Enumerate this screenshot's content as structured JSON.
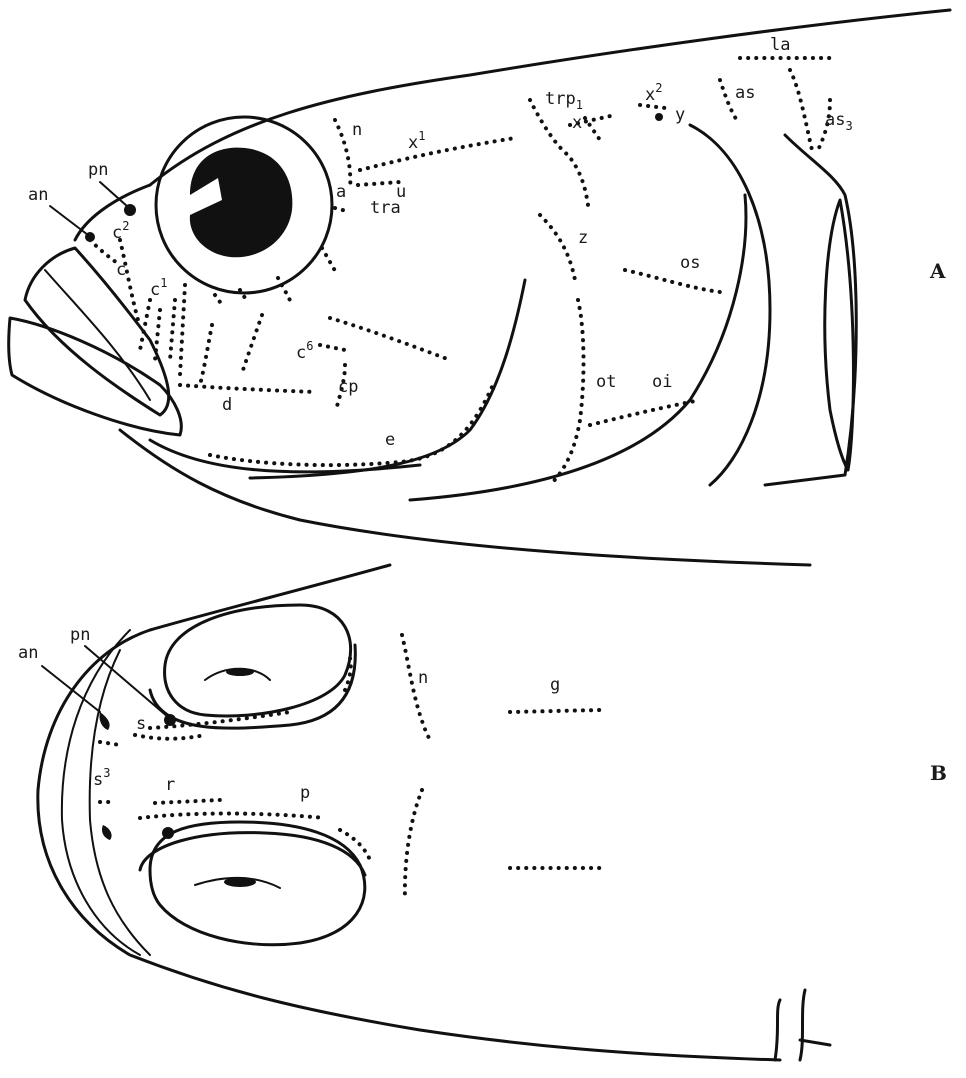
{
  "panels": [
    {
      "id": "A",
      "panel_label": "A",
      "labels": {
        "an": "an",
        "pn": "pn",
        "c2": "c2",
        "c": "c",
        "c1": "c1",
        "n": "n",
        "a": "a",
        "tra": "tra",
        "u": "u",
        "x1": "x1",
        "trp1": "trp1",
        "x": "x",
        "x2": "x2",
        "y": "y",
        "la": "la",
        "as": "as",
        "as3": "as3",
        "z": "z",
        "os": "os",
        "c6": "c6",
        "cp": "cp",
        "d": "d",
        "e": "e",
        "ot": "ot",
        "oi": "oi"
      }
    },
    {
      "id": "B",
      "panel_label": "B",
      "labels": {
        "an": "an",
        "pn": "pn",
        "s": "s",
        "s3": "s3",
        "r": "r",
        "p": "p",
        "n": "n",
        "g": "g"
      }
    }
  ]
}
